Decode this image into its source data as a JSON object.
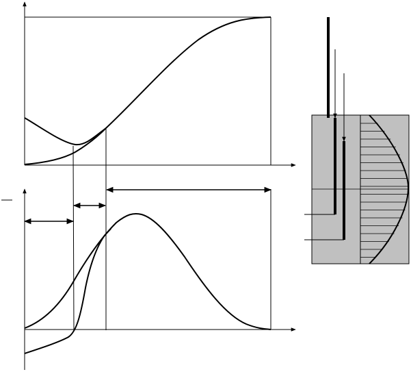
{
  "figure": {
    "description_text": [],
    "colors": {
      "ink": "#000000",
      "panel_fill": "#c0c0c0",
      "background": "#ffffff"
    },
    "upper_plot": {
      "has_y_arrow": true,
      "has_x_arrow": true,
      "curves": [
        "descending-then-rising-curve",
        "s-shaped-rising-curve"
      ]
    },
    "lower_plot": {
      "has_y_arrow": true,
      "has_x_arrow": true,
      "curves": [
        "bell-curve",
        "steep-rise-curve"
      ],
      "interval_arrows": [
        "left-interval-arrow",
        "middle-interval-arrow",
        "right-interval-arrow"
      ]
    },
    "side_panel": {
      "shaded_box": true,
      "probes": [
        "long-probe",
        "short-probe"
      ],
      "profile": "parabolic-velocity-profile"
    }
  }
}
